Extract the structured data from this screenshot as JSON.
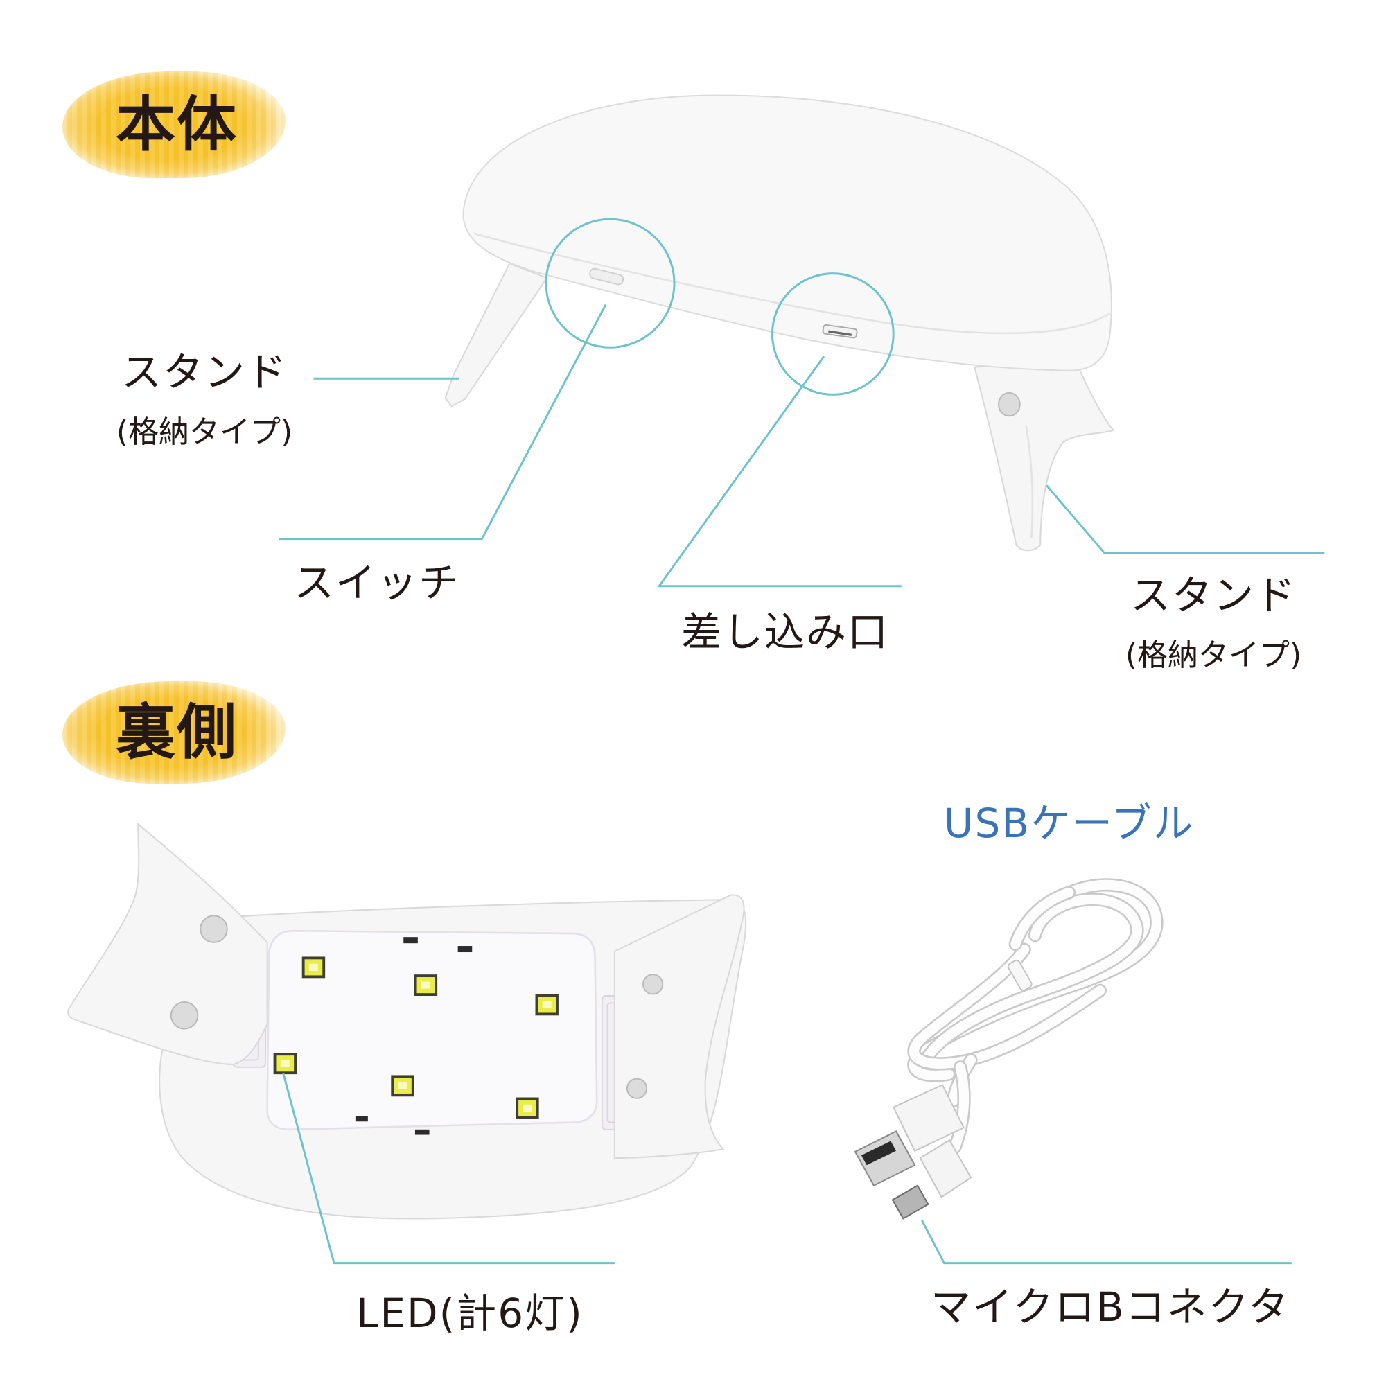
{
  "main_body": {
    "title": "本体",
    "callouts": {
      "stand_left": {
        "label": "スタンド",
        "note": "(格納タイプ)"
      },
      "switch": {
        "label": "スイッチ"
      },
      "port": {
        "label": "差し込み口"
      },
      "stand_right": {
        "label": "スタンド",
        "note": "(格納タイプ)"
      }
    }
  },
  "underside": {
    "title": "裏側",
    "callouts": {
      "led": {
        "label": "LED(計6灯)"
      }
    }
  },
  "accessory": {
    "title": "USBケーブル",
    "callouts": {
      "micro_b": {
        "label": "マイクロBコネクタ"
      }
    }
  },
  "colors": {
    "text": "#231815",
    "accent_line": "#6cc3cb",
    "badge_yellow": "#f7c531",
    "accessory_title": "#3b73b9",
    "led_yellow": "#e9ec4a"
  }
}
